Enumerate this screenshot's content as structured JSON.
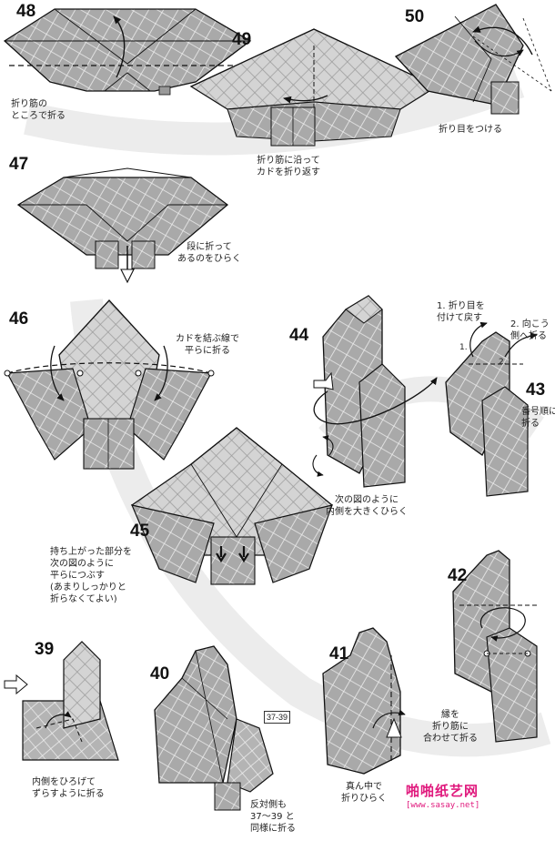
{
  "steps": {
    "s48": "48",
    "s49": "49",
    "s50": "50",
    "s47": "47",
    "s46": "46",
    "s44": "44",
    "s43": "43",
    "s45": "45",
    "s42": "42",
    "s39": "39",
    "s40": "40",
    "s41": "41"
  },
  "captions": {
    "c48": "折り筋の\nところで折る",
    "c49": "折り筋に沿って\nカドを折り返す",
    "c50": "折り目をつける",
    "c47": "段に折って\nあるのをひらく",
    "c46": "カドを結ぶ線で\n平らに折る",
    "c43a": "1. 折り目を\n付けて戻す",
    "c43b": "2. 向こう\n側へ折る",
    "c43c": "番号順に\n折る",
    "c44": "次の図のように\n内側を大きくひらく",
    "c45": "持ち上がった部分を\n次の図のように\n平らにつぶす\n(あまりしっかりと\n折らなくてよい)",
    "c42": "縁を\n折り筋に\n合わせて折る",
    "c39": "内側をひろげて\nずらすように折る",
    "c40": "反対側も\n37〜39 と\n同様に折る",
    "c41": "真ん中で\n折りひらく"
  },
  "labels": {
    "ref_37_39": "37-39",
    "mark1": "1.",
    "mark2": "2."
  },
  "watermark": {
    "logo": "啪啪纸艺网",
    "url": "[www.sasay.net]"
  },
  "colors": {
    "paper": "#a9a9a9",
    "paper_light": "#d2d2d2",
    "line": "#1a1a1a",
    "ribbon": "#eeeeee",
    "accent": "#e0197d"
  }
}
